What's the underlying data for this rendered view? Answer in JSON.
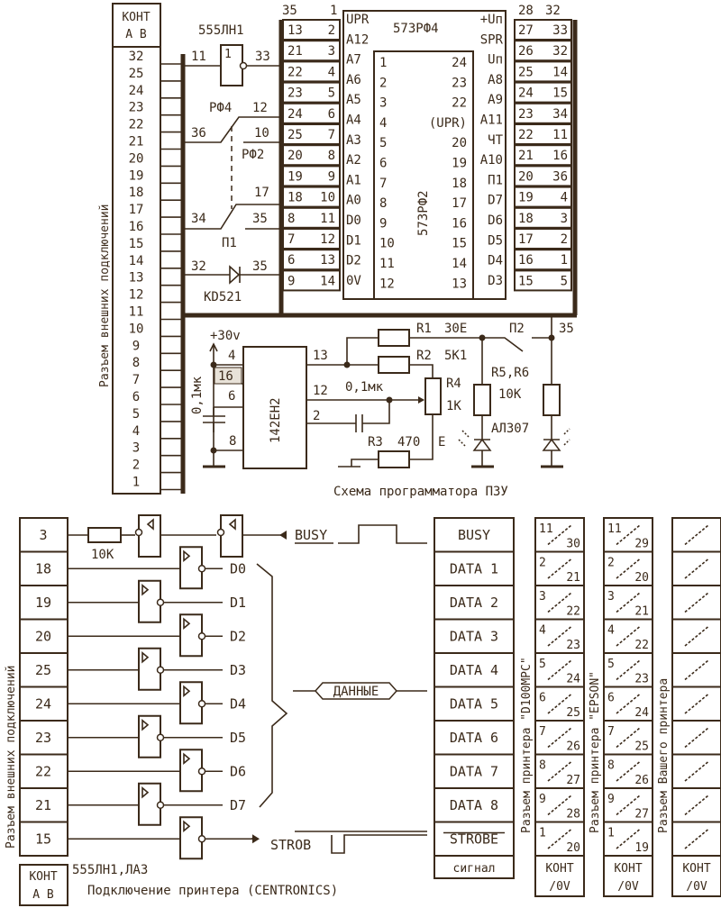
{
  "colors": {
    "ink": "#3b2a1a",
    "paper": "#ffffff",
    "highlight": "#e8e2d8"
  },
  "programmer": {
    "connector": {
      "header_top": "КОНТ",
      "header_bottom": "А В",
      "label": "Разъем внешних подключений",
      "pins": [
        "32",
        "25",
        "24",
        "23",
        "22",
        "21",
        "20",
        "19",
        "18",
        "17",
        "16",
        "15",
        "14",
        "13",
        "12",
        "11",
        "10",
        "9",
        "8",
        "7",
        "6",
        "5",
        "4",
        "3",
        "2",
        "1"
      ]
    },
    "inverter": {
      "name": "555ЛН1",
      "symbol": "1",
      "in_pin": "11",
      "out_pin": "33"
    },
    "switches": {
      "rf4": "РФ4",
      "rf4_pin": "12",
      "rf4_common": "36",
      "rf2": "РФ2",
      "rf2_pin": "10",
      "p1": "П1",
      "p1_pin": "17",
      "p1_common": "34",
      "p1_out": "35"
    },
    "diode": {
      "name": "KD521",
      "in_pin": "32",
      "out_pin": "35"
    },
    "left_pin_table": {
      "header": [
        "35",
        "1"
      ],
      "rows": [
        [
          "13",
          "2"
        ],
        [
          "21",
          "3"
        ],
        [
          "22",
          "4"
        ],
        [
          "23",
          "5"
        ],
        [
          "24",
          "6"
        ],
        [
          "25",
          "7"
        ],
        [
          "20",
          "8"
        ],
        [
          "19",
          "9"
        ],
        [
          "18",
          "10"
        ],
        [
          "8",
          "11"
        ],
        [
          "7",
          "12"
        ],
        [
          "6",
          "13"
        ],
        [
          "9",
          "14"
        ]
      ]
    },
    "chip": {
      "outer_name": "573РФ4",
      "inner_name": "573РФ2",
      "left_signals": [
        "UPR",
        "A12",
        "A7",
        "A6",
        "A5",
        "A4",
        "A3",
        "A2",
        "A1",
        "A0",
        "D0",
        "D1",
        "D2",
        "0V"
      ],
      "inner_left_pins": [
        "1",
        "2",
        "3",
        "4",
        "5",
        "6",
        "7",
        "8",
        "9",
        "10",
        "11",
        "12"
      ],
      "inner_right_pins": [
        "24",
        "23",
        "22",
        "(UPR)",
        "20",
        "19",
        "18",
        "17",
        "16",
        "15",
        "14",
        "13"
      ],
      "right_signals": [
        "+Uп",
        "SPR",
        "Uп",
        "A8",
        "A9",
        "A11",
        "ЧТ",
        "A10",
        "П1",
        "D7",
        "D6",
        "D5",
        "D4",
        "D3"
      ]
    },
    "right_pin_table": {
      "header": [
        "28",
        "32"
      ],
      "rows": [
        [
          "27",
          "33"
        ],
        [
          "26",
          "32"
        ],
        [
          "25",
          "14"
        ],
        [
          "24",
          "15"
        ],
        [
          "23",
          "34"
        ],
        [
          "22",
          "11"
        ],
        [
          "21",
          "16"
        ],
        [
          "20",
          "36"
        ],
        [
          "19",
          "4"
        ],
        [
          "18",
          "3"
        ],
        [
          "17",
          "2"
        ],
        [
          "16",
          "1"
        ],
        [
          "15",
          "5"
        ]
      ]
    },
    "power": {
      "supply": "+30v",
      "capacitor": "0,1мк",
      "regulator": "142ЕН2",
      "reg_pins": {
        "p4": "4",
        "p16": "16",
        "p6": "6",
        "p8": "8",
        "p13": "13",
        "p12": "12",
        "p2": "2"
      },
      "cap2": "0,1мк",
      "r1": "R1",
      "r1_val": "30Е",
      "r2": "R2",
      "r2_val": "5К1",
      "r3": "R3",
      "r3_val": "470",
      "r4": "R4",
      "r4_val": "1К",
      "e_label": "Е",
      "switch_p2": "П2",
      "pin35": "35",
      "r5r6": "R5,R6",
      "r5r6_val": "10К",
      "led": "АЛ307"
    },
    "caption": "Схема программатора ПЗУ"
  },
  "printer": {
    "connector": {
      "label": "Разъем внешних подключений",
      "pins": [
        "3",
        "18",
        "19",
        "20",
        "25",
        "24",
        "23",
        "22",
        "21",
        "15"
      ],
      "footer_top": "КОНТ",
      "footer_bottom": "А В"
    },
    "resistor": "10К",
    "data_lines": [
      "D0",
      "D1",
      "D2",
      "D3",
      "D4",
      "D5",
      "D6",
      "D7"
    ],
    "busy": "BUSY",
    "strob": "STROB",
    "data_bus": "ДАННЫЕ",
    "chips": "555ЛН1,ЛА3",
    "caption": "Подключение принтера (CENTRONICS)",
    "signal_table": {
      "rows": [
        "BUSY",
        "DATA 1",
        "DATA 2",
        "DATA 3",
        "DATA 4",
        "DATA 5",
        "DATA 6",
        "DATA 7",
        "DATA 8",
        "STROBE"
      ],
      "footer": "сигнал"
    },
    "printers": [
      {
        "label": "Разъем принтера \"D100MPC\"",
        "cells": [
          [
            "11",
            "30"
          ],
          [
            "2",
            "21"
          ],
          [
            "3",
            "22"
          ],
          [
            "4",
            "23"
          ],
          [
            "5",
            "24"
          ],
          [
            "6",
            "25"
          ],
          [
            "7",
            "26"
          ],
          [
            "8",
            "27"
          ],
          [
            "9",
            "28"
          ],
          [
            "1",
            "20"
          ]
        ],
        "footer_top": "КОНТ",
        "footer_bottom": "/0V"
      },
      {
        "label": "Разъем принтера \"EPSON\"",
        "cells": [
          [
            "11",
            "29"
          ],
          [
            "2",
            "20"
          ],
          [
            "3",
            "21"
          ],
          [
            "4",
            "22"
          ],
          [
            "5",
            "23"
          ],
          [
            "6",
            "24"
          ],
          [
            "7",
            "25"
          ],
          [
            "8",
            "26"
          ],
          [
            "9",
            "27"
          ],
          [
            "1",
            "19"
          ]
        ],
        "footer_top": "КОНТ",
        "footer_bottom": "/0V"
      },
      {
        "label": "Разъем Вашего принтера",
        "cells": [
          [
            "",
            ""
          ],
          [
            "",
            ""
          ],
          [
            "",
            ""
          ],
          [
            "",
            ""
          ],
          [
            "",
            ""
          ],
          [
            "",
            ""
          ],
          [
            "",
            ""
          ],
          [
            "",
            ""
          ],
          [
            "",
            ""
          ],
          [
            "",
            ""
          ]
        ],
        "footer_top": "КОНТ",
        "footer_bottom": "/0V"
      }
    ]
  }
}
